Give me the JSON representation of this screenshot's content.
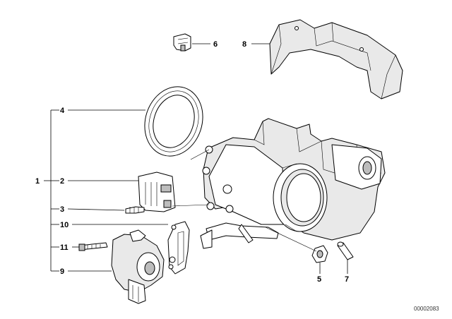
{
  "diagram": {
    "callouts": {
      "c1": "1",
      "c2": "2",
      "c3": "3",
      "c4": "4",
      "c5": "5",
      "c6": "6",
      "c7": "7",
      "c8": "8",
      "c9": "9",
      "c10": "10",
      "c11": "11"
    },
    "drawing_code": "00002083"
  }
}
